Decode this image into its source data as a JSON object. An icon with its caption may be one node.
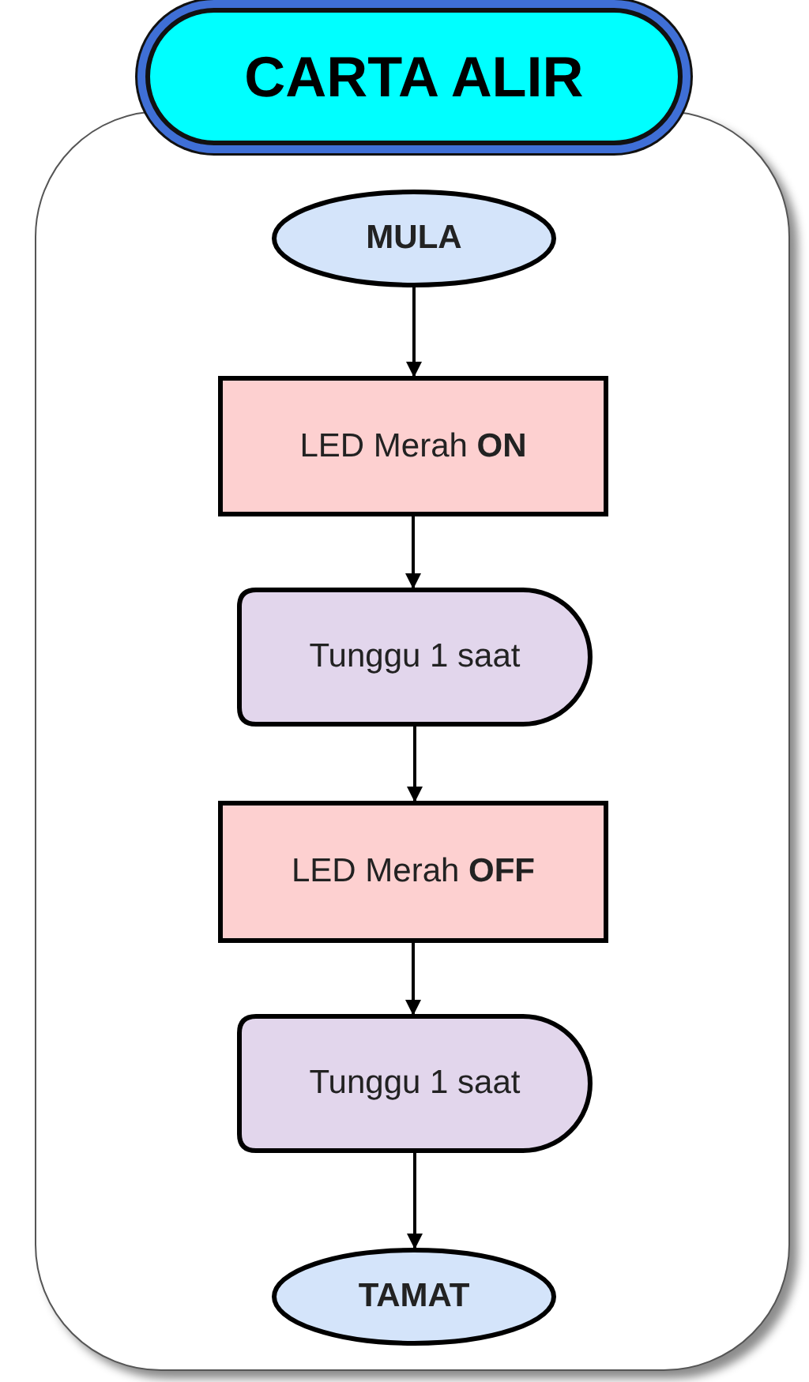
{
  "diagram": {
    "title": "CARTA ALIR",
    "nodes": [
      {
        "text": [
          "MULA"
        ]
      },
      {
        "text": [
          "LED Merah **ON**"
        ]
      },
      {
        "text": [
          "Tunggu 1 saat"
        ]
      },
      {
        "text": [
          "LED Merah **OFF**"
        ]
      },
      {
        "text": [
          "Tunggu 1 saat"
        ]
      },
      {
        "text": [
          "TAMAT"
        ]
      }
    ],
    "edges": [
      {
        "from": 0,
        "to": 1,
        "arrow": "to"
      },
      {
        "from": 1,
        "to": 2,
        "arrow": "to"
      },
      {
        "from": 2,
        "to": 3,
        "arrow": "to"
      },
      {
        "from": 3,
        "to": 4,
        "arrow": "to"
      },
      {
        "from": 4,
        "to": 5,
        "arrow": "to"
      }
    ]
  }
}
